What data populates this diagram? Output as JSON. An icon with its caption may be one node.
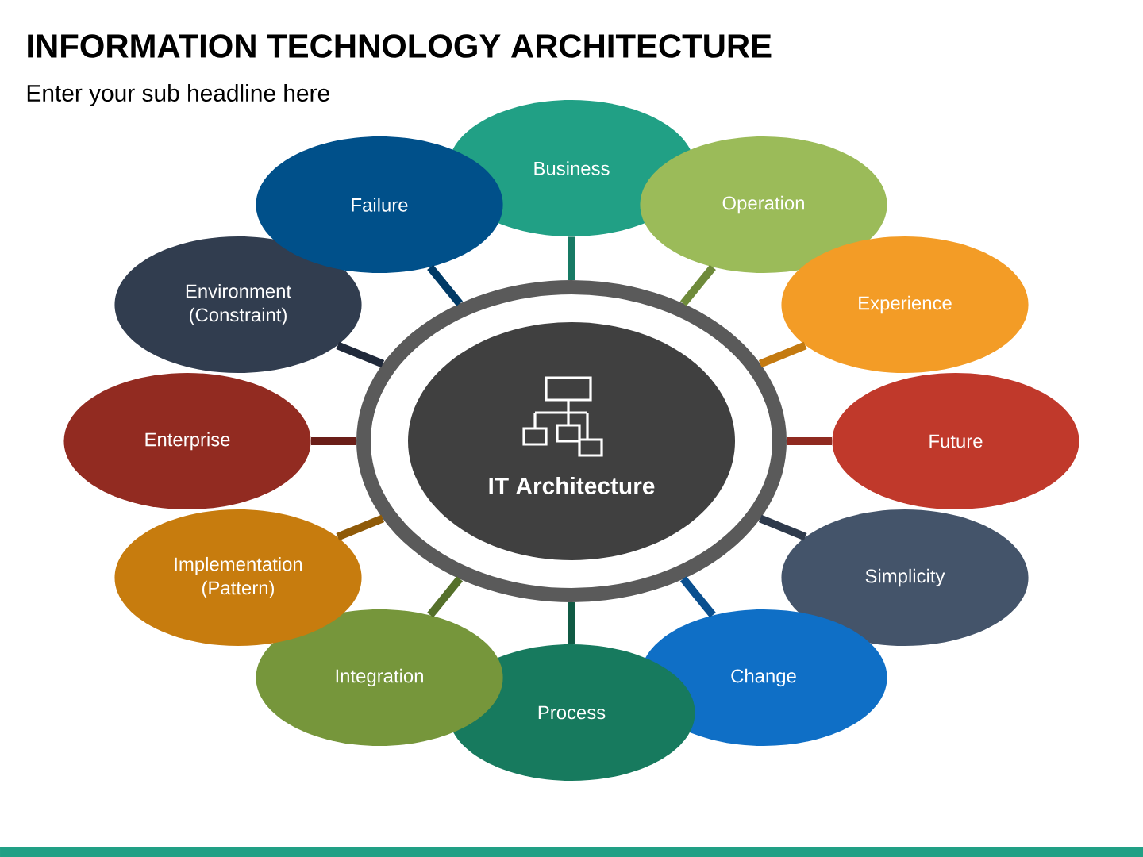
{
  "diagram": {
    "title": "INFORMATION TECHNOLOGY ARCHITECTURE",
    "nodes": [
      {
        "text": [
          "IT Architecture"
        ]
      },
      {
        "text": [
          "Business"
        ]
      },
      {
        "text": [
          "Operation"
        ]
      },
      {
        "text": [
          "Experience"
        ]
      },
      {
        "text": [
          "Future"
        ]
      },
      {
        "text": [
          "Simplicity"
        ]
      },
      {
        "text": [
          "Change"
        ]
      },
      {
        "text": [
          "Process"
        ]
      },
      {
        "text": [
          "Integration"
        ]
      },
      {
        "text": [
          "Implementation (Pattern)"
        ]
      },
      {
        "text": [
          "Enterprise"
        ]
      },
      {
        "text": [
          "Environment (Constraint)"
        ]
      },
      {
        "text": [
          "Failure"
        ]
      }
    ],
    "edges": [
      {
        "from": 1,
        "to": 0,
        "arrow": "none",
        "color": "#177a64"
      },
      {
        "from": 2,
        "to": 0,
        "arrow": "none",
        "color": "#6e8a3a"
      },
      {
        "from": 3,
        "to": 0,
        "arrow": "none",
        "color": "#c47a10"
      },
      {
        "from": 4,
        "to": 0,
        "arrow": "none",
        "color": "#8f2a20"
      },
      {
        "from": 5,
        "to": 0,
        "arrow": "none",
        "color": "#2e3a4c"
      },
      {
        "from": 6,
        "to": 0,
        "arrow": "none",
        "color": "#0a4f8f"
      },
      {
        "from": 7,
        "to": 0,
        "arrow": "none",
        "color": "#105a44"
      },
      {
        "from": 8,
        "to": 0,
        "arrow": "none",
        "color": "#55702a"
      },
      {
        "from": 9,
        "to": 0,
        "arrow": "none",
        "color": "#8f5a08"
      },
      {
        "from": 10,
        "to": 0,
        "arrow": "none",
        "color": "#6a1e18"
      },
      {
        "from": 11,
        "to": 0,
        "arrow": "none",
        "color": "#20293a"
      },
      {
        "from": 12,
        "to": 0,
        "arrow": "none",
        "color": "#003a66"
      }
    ],
    "labels": [
      "Enter your sub headline here"
    ]
  }
}
